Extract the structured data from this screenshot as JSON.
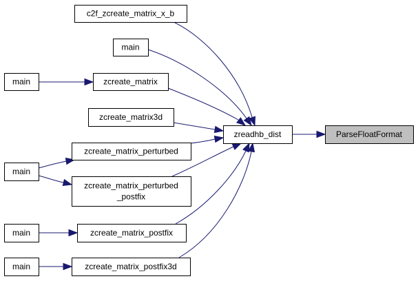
{
  "diagram": {
    "nodes": {
      "c2f": {
        "lines": [
          "c2f_zcreate_matrix_x_b"
        ]
      },
      "main_top": {
        "lines": [
          "main"
        ]
      },
      "main_zc": {
        "lines": [
          "main"
        ]
      },
      "zcreate_matrix": {
        "lines": [
          "zcreate_matrix"
        ]
      },
      "zcreate_matrix3d": {
        "lines": [
          "zcreate_matrix3d"
        ]
      },
      "zcreate_matrix_perturbed": {
        "lines": [
          "zcreate_matrix_perturbed"
        ]
      },
      "main_pert": {
        "lines": [
          "main"
        ]
      },
      "zcreate_matrix_perturbed_postfix": {
        "lines": [
          "zcreate_matrix_perturbed",
          "_postfix"
        ]
      },
      "main_postfix": {
        "lines": [
          "main"
        ]
      },
      "zcreate_matrix_postfix": {
        "lines": [
          "zcreate_matrix_postfix"
        ]
      },
      "main_postfix3d": {
        "lines": [
          "main"
        ]
      },
      "zcreate_matrix_postfix3d": {
        "lines": [
          "zcreate_matrix_postfix3d"
        ]
      },
      "zreadhb_dist": {
        "lines": [
          "zreadhb_dist"
        ]
      },
      "ParseFloatFormat": {
        "lines": [
          "ParseFloatFormat"
        ]
      }
    },
    "focus": "ParseFloatFormat",
    "edges": [
      {
        "from": "zreadhb_dist",
        "to": "ParseFloatFormat"
      },
      {
        "from": "c2f",
        "to": "zreadhb_dist"
      },
      {
        "from": "main_top",
        "to": "zreadhb_dist"
      },
      {
        "from": "zcreate_matrix",
        "to": "zreadhb_dist"
      },
      {
        "from": "zcreate_matrix3d",
        "to": "zreadhb_dist"
      },
      {
        "from": "zcreate_matrix_perturbed",
        "to": "zreadhb_dist"
      },
      {
        "from": "zcreate_matrix_perturbed_postfix",
        "to": "zreadhb_dist"
      },
      {
        "from": "zcreate_matrix_postfix",
        "to": "zreadhb_dist"
      },
      {
        "from": "zcreate_matrix_postfix3d",
        "to": "zreadhb_dist"
      },
      {
        "from": "main_zc",
        "to": "zcreate_matrix"
      },
      {
        "from": "main_pert",
        "to": "zcreate_matrix_perturbed"
      },
      {
        "from": "main_pert",
        "to": "zcreate_matrix_perturbed_postfix"
      },
      {
        "from": "main_postfix",
        "to": "zcreate_matrix_postfix"
      },
      {
        "from": "main_postfix3d",
        "to": "zcreate_matrix_postfix3d"
      }
    ]
  }
}
